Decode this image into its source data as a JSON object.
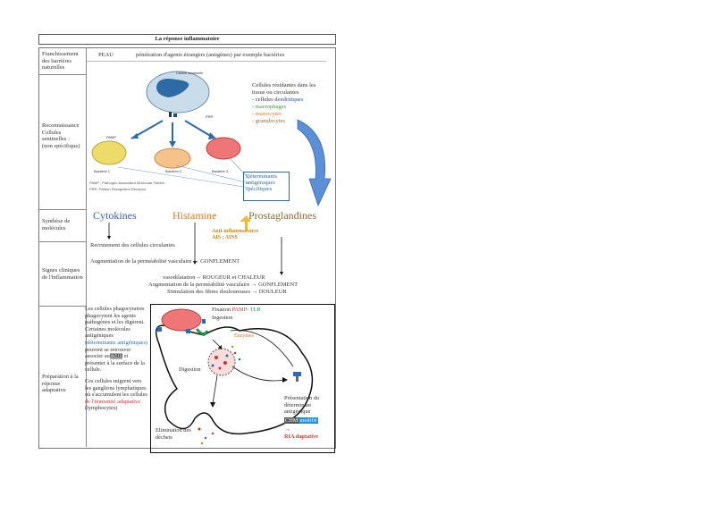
{
  "title": "La réponse inflammatoire",
  "rows": {
    "barrieres": "Franchissement des barrières naturelles",
    "reconnaissance": "Reconnaissance Cellules sentinelles : (non spécifique)",
    "synthese": "Synthèse de molécules",
    "signes": "Signes cliniques de l'inflammation",
    "preparation": "Préparation à la réponse adaptative"
  },
  "row1": {
    "peau": "PEAU",
    "penetration": "pénétration d'agents étrangers (antigènes) par exemple bactéries"
  },
  "cell": {
    "label": "Cellule sentinelle",
    "prr": "PRR",
    "pamp": "PAMP",
    "bact1": "Bactérie 1",
    "bact2": "Bactérie 2",
    "bact3": "Bactérie 3",
    "legend1": "PAMP : Pathogen Associated Molecular Pattern",
    "legend2": "PRR: Pattern Recognition Receptor"
  },
  "cellules": {
    "intro": "Cellules résidantes dans les tissus ou circulantes",
    "dendritiques_prefix": "- cellules d",
    "dendritiques_suffix": "endritiques",
    "macrophages": "- macrophages",
    "mastocytes": "- mastocytes",
    "granulocytes": "- granulocytes"
  },
  "determinants_box": "Déterminants antigéniques spécifiques",
  "molecules": {
    "cytokines": "Cytokines",
    "histamine": "Histamine",
    "prostaglandines": "Prostaglandines",
    "anti_inflam": "Anti-inflammatoires",
    "ais": "AIS ; AINS"
  },
  "signes": {
    "recrutement": "Recrutement des cellules circulantes",
    "permeabilite": "Augmentation de la perméabilité vasculaire → GONFLEMENT",
    "vasodilatation": "vasodilatation→ ROUGEUR et CHALEUR",
    "permeabilite2": "Augmentation de la perméabilité vasculaire → GONFLEMENT",
    "stimulation": "Stimulation des fibres douloureuses → DOULEUR"
  },
  "prep_text": {
    "p1": "Les cellules phagocytaires phagocytent les agents pathogènes et les digèrent.",
    "p2": "Certaines molécules antigéniques",
    "p3": "(déterminants antigéniques)",
    "p4": "peuvent se retrouver associer au",
    "p4_chm": "CMH",
    "p4b": "et présenter à la surface de la cellule.",
    "p5": "Ces cellules migrent vers les ganglions lymphatiques où s'accumulent les cellules",
    "p5_red": "de l'immunité adaptative",
    "p6": "(lymphocytes)"
  },
  "diagram": {
    "fixation": "Fixation",
    "pamp": "PAMP",
    "tlr": "- TLR",
    "ingestion": "Ingestion",
    "enzymes": "Enzymes",
    "digestion": "Digestion",
    "elimination": "Elimination des déchets",
    "presentation": "Présentation du déterminant antigénique",
    "chm": "CHM",
    "modifie": "modifié",
    "ria": "RIA daptative"
  }
}
